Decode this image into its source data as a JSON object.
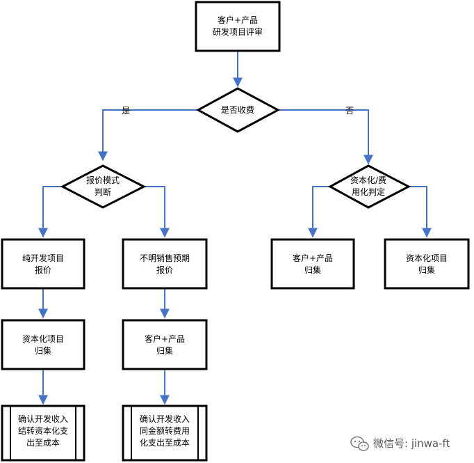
{
  "nodes": {
    "start": [
      "客户+产品",
      "研发项目评审"
    ],
    "charge_decision": [
      "是否收费"
    ],
    "quote_decision": [
      "报价模式",
      "判断"
    ],
    "cap_decision": [
      "资本化/费",
      "用化判定"
    ],
    "pure_dev_quote": [
      "纯开发项目",
      "报价"
    ],
    "unclear_sales_quote": [
      "不明销售预期",
      "报价"
    ],
    "left_capitalization": [
      "资本化项目",
      "归集"
    ],
    "mid_collection": [
      "客户+产品",
      "归集"
    ],
    "left_end": [
      "确认开发收入",
      "结转资本化支",
      "出至成本"
    ],
    "mid_end": [
      "确认开发收入",
      "同金额转费用",
      "化支出至成本"
    ],
    "right_collection": [
      "客户+产品",
      "归集"
    ],
    "right_capitalization": [
      "资本化项目",
      "归集"
    ]
  },
  "edge_labels": {
    "yes": "是",
    "no": "否"
  },
  "watermark": "微信号: jinwa-ft",
  "colors": {
    "arrow": "#4472c4",
    "border": "#000000"
  }
}
